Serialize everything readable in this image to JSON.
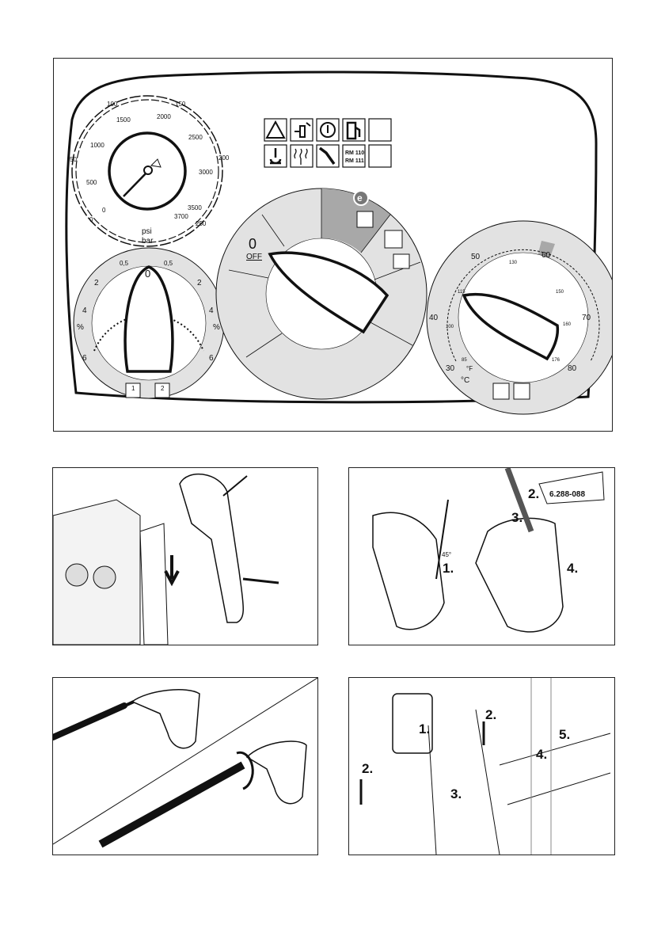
{
  "control_panel": {
    "pressure_gauge": {
      "bar_ticks": [
        "0",
        "50",
        "100",
        "150",
        "200",
        "250"
      ],
      "psi_ticks": [
        "0",
        "500",
        "1000",
        "1500",
        "2000",
        "2500",
        "3000",
        "3500",
        "3700"
      ],
      "unit_psi": "psi",
      "unit_bar": "bar"
    },
    "indicator_panel": {
      "icons": [
        "warning-icon",
        "plug-rotation-icon",
        "power-icon",
        "fuel-icon",
        "blank",
        "temperature-flame-icon",
        "heater-icon",
        "wrench-icon",
        "rm-label",
        "blank"
      ],
      "rm_label_1": "RM 110",
      "rm_label_2": "RM 111"
    },
    "detergent_dial": {
      "left_ticks": [
        "0,5",
        "2",
        "4",
        "6"
      ],
      "right_ticks": [
        "0,5",
        "2",
        "4",
        "6"
      ],
      "center": "0",
      "unit": "%",
      "tank_1": "1",
      "tank_2": "2"
    },
    "main_switch": {
      "off_number": "0",
      "off_label": "OFF",
      "eco_label": "e"
    },
    "temperature_dial": {
      "celsius_ticks": [
        "30",
        "40",
        "50",
        "60",
        "70",
        "80"
      ],
      "fahrenheit_ticks": [
        "85",
        "100",
        "115",
        "130",
        "150",
        "160",
        "176"
      ],
      "unit_c": "°C",
      "unit_f": "°F"
    }
  },
  "figures": {
    "fig2": {
      "steps": [
        "1.",
        "2.",
        "3.",
        "4."
      ],
      "part_number": "6.288-088",
      "angle": "45°"
    },
    "fig4": {
      "steps": [
        "1.",
        "2.",
        "2.",
        "3.",
        "4.",
        "5."
      ]
    }
  },
  "colors": {
    "dial_ring": "#e2e2e2",
    "highlight": "#a8a8a8",
    "ink": "#111111"
  }
}
